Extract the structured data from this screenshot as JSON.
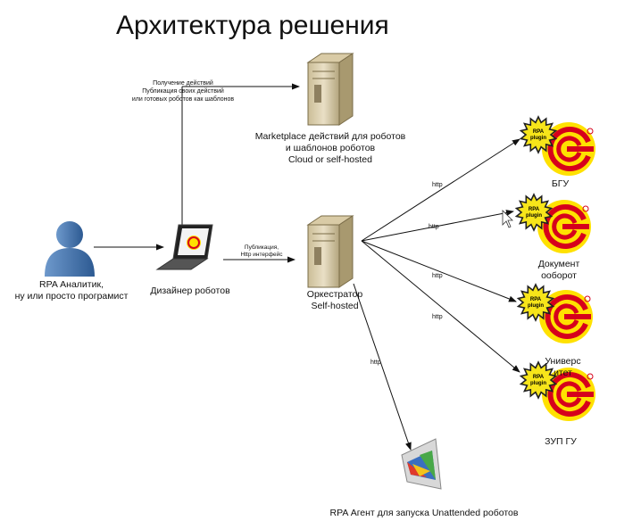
{
  "title": "Архитектура решения",
  "analyst_label": "RPA Аналитик,\nну или просто програмист",
  "designer_label": "Дизайнер роботов",
  "marketplace_label": "Marketplace действий для роботов\nи шаблонов роботов\nCloud or self-hosted",
  "marketplace_note": "Получение действий\nПубликация своих действий\nили готовых роботов как шаблонов",
  "orchestrator_label": "Оркестратор\nSelf-hosted",
  "publish_note": "Публикация,\nHttp интерфейс",
  "agent_label": "RPA Агент для запуска Unattended роботов",
  "http_label": "http",
  "plugin_badge": "RPA\nplugin",
  "logo_text": "1С",
  "targets": [
    {
      "label": "БГУ"
    },
    {
      "label": "Документ\nооборот"
    },
    {
      "label": "Универс\nитет"
    },
    {
      "label": "ЗУП ГУ"
    }
  ],
  "colors": {
    "accent_red": "#d6001c",
    "logo_yellow": "#ffe100",
    "badge_yellow": "#f7e51a",
    "person_blue": "#3d6fa8"
  }
}
